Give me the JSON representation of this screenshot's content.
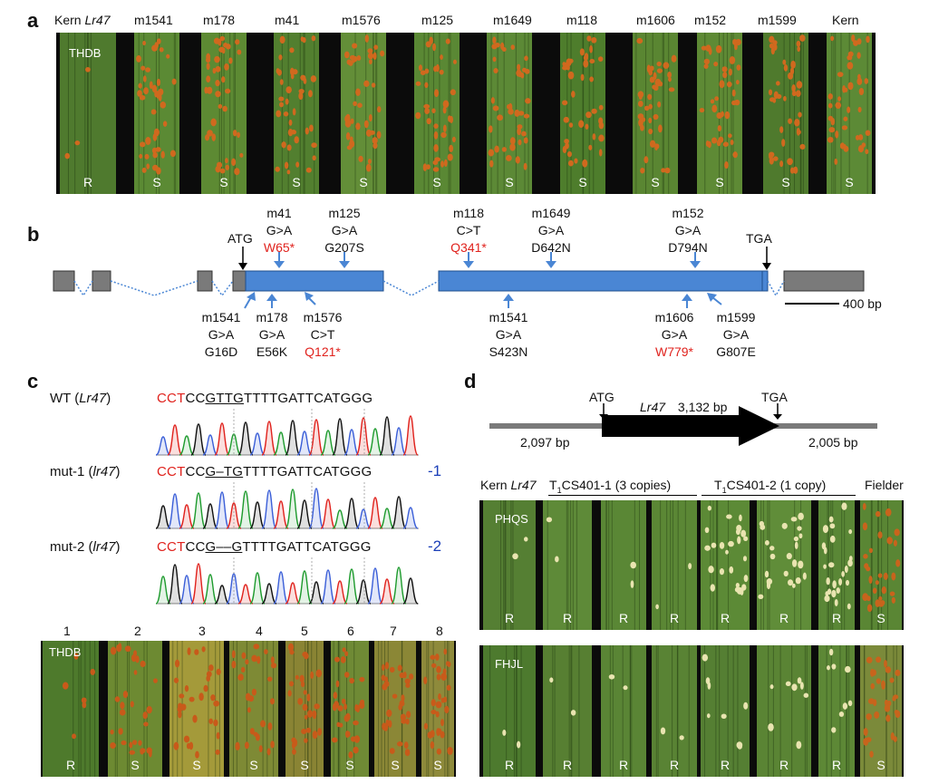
{
  "panels": {
    "a": "a",
    "b": "b",
    "c": "c",
    "d": "d"
  },
  "a": {
    "isolate": "THDB",
    "header_kern": "Kern",
    "header_kern_gene": "Lr47",
    "columns": [
      {
        "label": "m1541",
        "result": "S"
      },
      {
        "label": "m178",
        "result": "S"
      },
      {
        "label": "m41",
        "result": "S"
      },
      {
        "label": "m1576",
        "result": "S"
      },
      {
        "label": "m125",
        "result": "S"
      },
      {
        "label": "m1649",
        "result": "S"
      },
      {
        "label": "m118",
        "result": "S"
      },
      {
        "label": "m1606",
        "result": "S"
      },
      {
        "label": "m152",
        "result": "S"
      },
      {
        "label": "m1599",
        "result": "S"
      },
      {
        "label": "Kern",
        "result": "S"
      }
    ],
    "first_result": "R"
  },
  "b": {
    "atg": "ATG",
    "tga": "TGA",
    "scale": "400 bp",
    "top_mutations": [
      {
        "id": "m41",
        "change": "G>A",
        "aa": "W65*",
        "stop": true
      },
      {
        "id": "m125",
        "change": "G>A",
        "aa": "G207S",
        "stop": false
      },
      {
        "id": "m118",
        "change": "C>T",
        "aa": "Q341*",
        "stop": true
      },
      {
        "id": "m1649",
        "change": "G>A",
        "aa": "D642N",
        "stop": false
      },
      {
        "id": "m152",
        "change": "G>A",
        "aa": "D794N",
        "stop": false
      }
    ],
    "bottom_mutations": [
      {
        "id": "m1541",
        "change": "G>A",
        "aa": "G16D",
        "stop": false
      },
      {
        "id": "m178",
        "change": "G>A",
        "aa": "E56K",
        "stop": false
      },
      {
        "id": "m1576",
        "change": "C>T",
        "aa": "Q121*",
        "stop": true
      },
      {
        "id": "m1541",
        "change": "G>A",
        "aa": "S423N",
        "stop": false
      },
      {
        "id": "m1606",
        "change": "G>A",
        "aa": "W779*",
        "stop": true
      },
      {
        "id": "m1599",
        "change": "G>A",
        "aa": "G807E",
        "stop": false
      }
    ]
  },
  "c": {
    "rows": [
      {
        "name": "WT",
        "gene": "Lr47",
        "seq_red": "CCT",
        "seq_pre": "CC",
        "seq_ul": "GTTG",
        "seq_post": "TTTTGATTCATGGG",
        "indel": ""
      },
      {
        "name": "mut-1",
        "gene": "lr47",
        "seq_red": "CCT",
        "seq_pre": "CC",
        "seq_ul": "G–TG",
        "seq_post": "TTTTGATTCATGGG",
        "indel": "-1"
      },
      {
        "name": "mut-2",
        "gene": "lr47",
        "seq_red": "CCT",
        "seq_pre": "CC",
        "seq_ul": "G––G",
        "seq_post": "TTTTGATTCATGGG",
        "indel": "-2"
      }
    ],
    "lanes": [
      "1",
      "2",
      "3",
      "4",
      "5",
      "6",
      "7",
      "8"
    ],
    "results": [
      "R",
      "S",
      "S",
      "S",
      "S",
      "S",
      "S",
      "S"
    ],
    "isolate": "THDB"
  },
  "d": {
    "atg": "ATG",
    "tga": "TGA",
    "gene": "Lr47",
    "gene_len": "3,132 bp",
    "left_flank": "2,097 bp",
    "right_flank": "2,005 bp",
    "kern": "Kern",
    "kern_gene": "Lr47",
    "group1": "CS401-1  (3 copies)",
    "group2": "CS401-2  (1 copy)",
    "t": "T",
    "t_sub": "1",
    "fielder": "Fielder",
    "isolate1": "PHQS",
    "isolate2": "FHJL",
    "results1": [
      "R",
      "R",
      "R",
      "R",
      "R",
      "R",
      "R",
      "S"
    ],
    "results2": [
      "R",
      "R",
      "R",
      "R",
      "R",
      "R",
      "R",
      "S"
    ]
  },
  "colors": {
    "exon": "#4a86d4",
    "utr": "#7a7a7a",
    "intron": "#4a86d4",
    "leaf": "#5e8a3a",
    "rust": "#c8641c",
    "stop": "#e0221d"
  }
}
